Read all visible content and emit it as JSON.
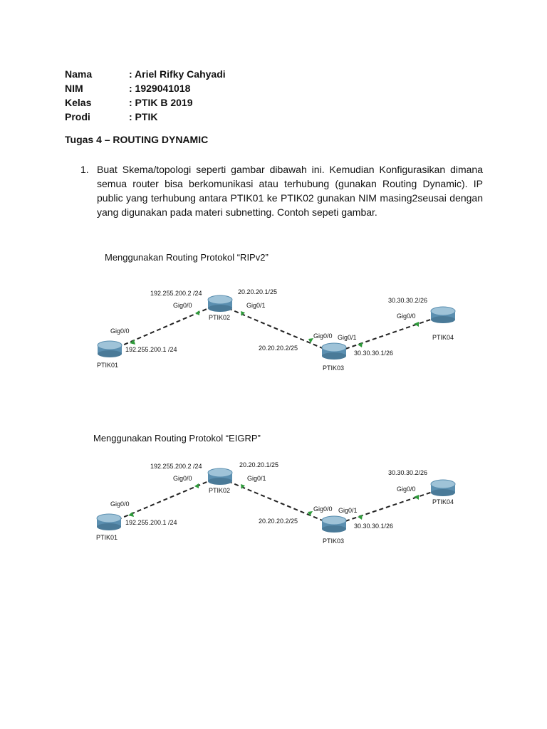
{
  "header": {
    "rows": [
      {
        "label": "Nama",
        "value": ": Ariel Rifky Cahyadi"
      },
      {
        "label": "NIM",
        "value": ": 1929041018"
      },
      {
        "label": "Kelas",
        "value": ": PTIK B 2019"
      },
      {
        "label": "Prodi",
        "value": ": PTIK"
      }
    ]
  },
  "task_title": "Tugas 4 – ROUTING DYNAMIC",
  "instruction": {
    "number": "1.",
    "text": "Buat Skema/topologi seperti gambar dibawah ini. Kemudian Konfigurasikan dimana semua router bisa berkomunikasi atau terhubung (gunakan Routing Dynamic). IP public yang terhubung antara PTIK01 ke PTIK02 gunakan NIM masing2seusai dengan yang digunakan pada materi subnetting. Contoh sepeti gambar."
  },
  "diagrams": [
    {
      "caption": "Menggunakan Routing Protokol “RIPv2”",
      "routers": {
        "r1": "PTIK01",
        "r2": "PTIK02",
        "r3": "PTIK03",
        "r4": "PTIK04"
      },
      "labels": {
        "r1_gig": "Gig0/0",
        "r1_ip": "192.255.200.1 /24",
        "r2_ip": "192.255.200.2 /24",
        "r2_gig0": "Gig0/0",
        "r2_ip2": "20.20.20.1/25",
        "r2_gig1": "Gig0/1",
        "r3_ip": "20.20.20.2/25",
        "r3_gig0": "Gig0/0",
        "r3_gig1": "Gig0/1",
        "r3_ip2": "30.30.30.1/26",
        "r4_ip": "30.30.30.2/26",
        "r4_gig": "Gig0/0"
      }
    },
    {
      "caption": "Menggunakan Routing Protokol “EIGRP”",
      "routers": {
        "r1": "PTIK01",
        "r2": "PTIK02",
        "r3": "PTIK03",
        "r4": "PTIK04"
      },
      "labels": {
        "r1_gig": "Gig0/0",
        "r1_ip": "192.255.200.1 /24",
        "r2_ip": "192.255.200.2 /24",
        "r2_gig0": "Gig0/0",
        "r2_ip2": "20.20.20.1/25",
        "r2_gig1": "Gig0/1",
        "r3_ip": "20.20.20.2/25",
        "r3_gig0": "Gig0/0",
        "r3_gig1": "Gig0/1",
        "r3_ip2": "30.30.30.1/26",
        "r4_ip": "30.30.30.2/26",
        "r4_gig": "Gig0/0"
      }
    }
  ],
  "colors": {
    "router_body": "#5b8fb0",
    "router_top": "#9fc3d8",
    "link": "#222222",
    "port": "#2e9a3a"
  }
}
